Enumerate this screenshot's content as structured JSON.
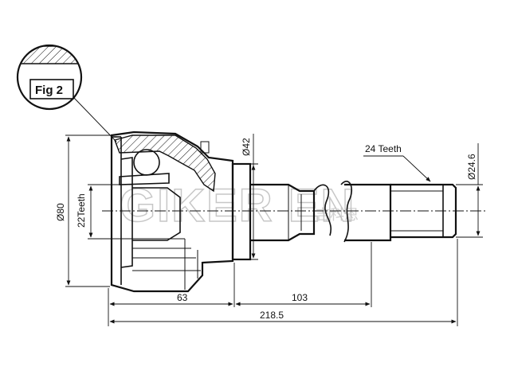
{
  "figure": {
    "fig_label": "Fig 2"
  },
  "dimensions": {
    "outer_diameter": "Ø80",
    "inner_teeth": "22Teeth",
    "stem_diameter": "Ø42",
    "outer_teeth": "24 Teeth",
    "shaft_diameter": "Ø24.6",
    "length_bell": "63",
    "length_stem": "103",
    "length_total": "218.5"
  },
  "watermark": {
    "text": "GIKER EN",
    "subtext": "吉科恩"
  }
}
